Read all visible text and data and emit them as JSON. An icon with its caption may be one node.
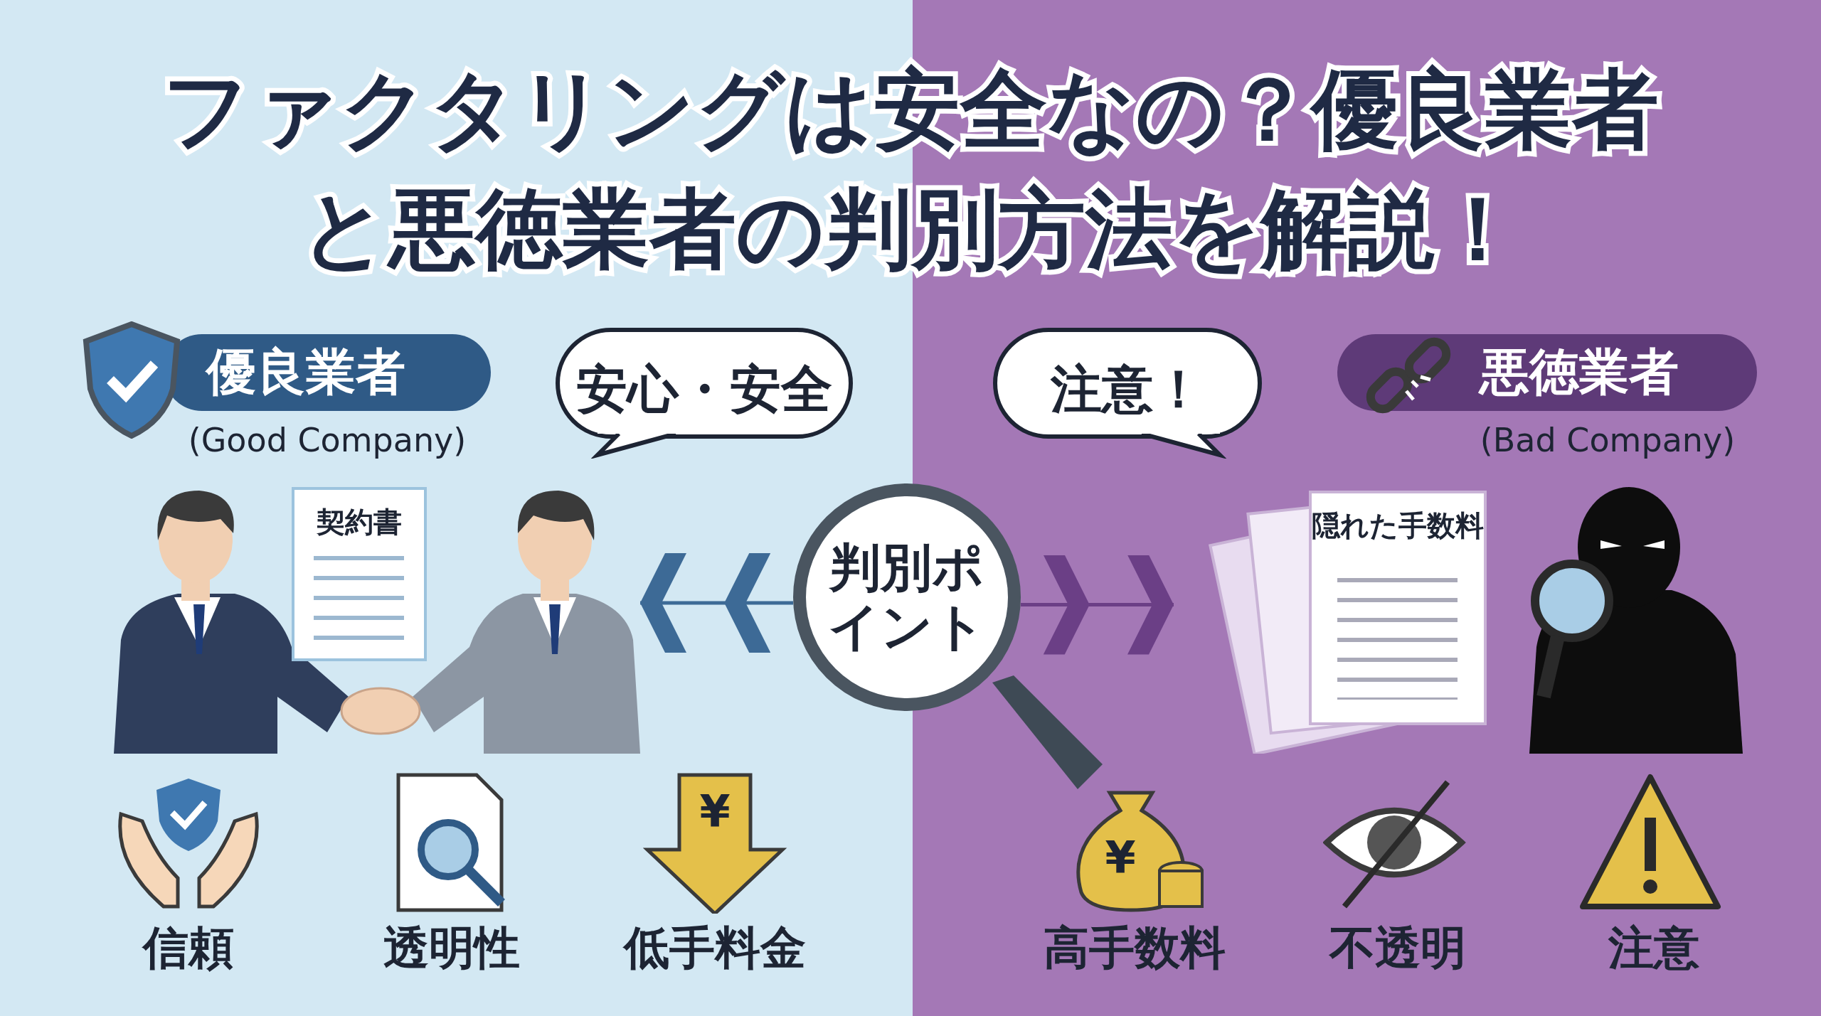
{
  "diagram": {
    "title": "ファクタリングは安全なの？優良業者と悪徳業者の判別方法を解説！",
    "nodes": [
      {
        "text": [
          "優良業者"
        ],
        "beside": [
          "(Good Company)"
        ]
      },
      {
        "text": [
          "安心・安全"
        ]
      },
      {
        "text": [
          "判別ポイント"
        ]
      },
      {
        "text": [
          "注意！"
        ]
      },
      {
        "text": [
          "悪徳業者"
        ],
        "beside": [
          "(Bad Company)"
        ]
      },
      {
        "text": [],
        "shape": "picture"
      },
      {
        "text": [
          "契約書"
        ],
        "in": 5
      },
      {
        "text": [],
        "shape": "picture"
      },
      {
        "text": [
          "隠れた手数料"
        ],
        "in": 7
      }
    ],
    "edges": [
      {
        "from": 2,
        "to": 5,
        "arrow": "to",
        "color": "#3d6a96"
      },
      {
        "from": 2,
        "to": 7,
        "arrow": "to",
        "color": "#6b3f86"
      }
    ],
    "labels": [
      "¥",
      "信頼",
      "透明性",
      "低手料金",
      "¥",
      "高手数料",
      "不透明",
      "注意"
    ]
  }
}
